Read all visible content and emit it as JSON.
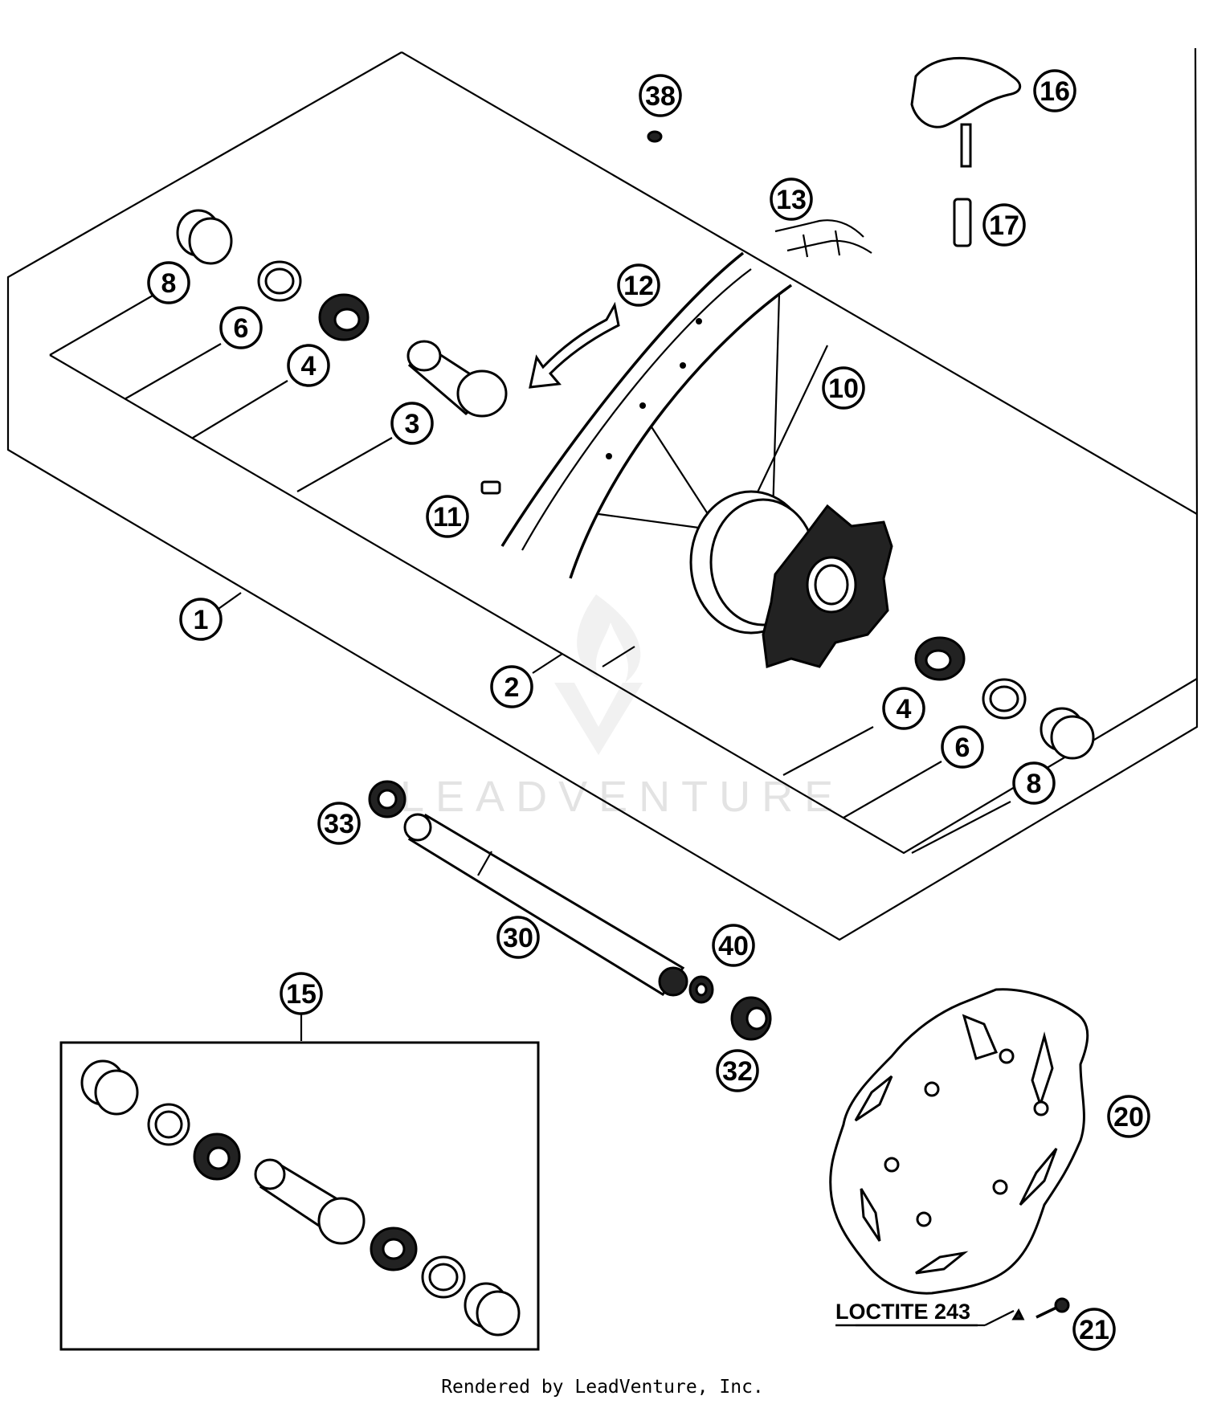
{
  "callouts": [
    {
      "id": "c38",
      "label": "38"
    },
    {
      "id": "c16",
      "label": "16"
    },
    {
      "id": "c13",
      "label": "13"
    },
    {
      "id": "c17",
      "label": "17"
    },
    {
      "id": "c8a",
      "label": "8"
    },
    {
      "id": "c12",
      "label": "12"
    },
    {
      "id": "c6a",
      "label": "6"
    },
    {
      "id": "c4a",
      "label": "4"
    },
    {
      "id": "c10",
      "label": "10"
    },
    {
      "id": "c3",
      "label": "3"
    },
    {
      "id": "c11",
      "label": "11"
    },
    {
      "id": "c1",
      "label": "1"
    },
    {
      "id": "c2",
      "label": "2"
    },
    {
      "id": "c4b",
      "label": "4"
    },
    {
      "id": "c6b",
      "label": "6"
    },
    {
      "id": "c8b",
      "label": "8"
    },
    {
      "id": "c33",
      "label": "33"
    },
    {
      "id": "c30",
      "label": "30"
    },
    {
      "id": "c40",
      "label": "40"
    },
    {
      "id": "c15",
      "label": "15"
    },
    {
      "id": "c32",
      "label": "32"
    },
    {
      "id": "c20",
      "label": "20"
    },
    {
      "id": "c21",
      "label": "21"
    }
  ],
  "loctite_label": "LOCTITE 243",
  "watermark": "LEADVENTURE",
  "footer": "Rendered by LeadVenture, Inc."
}
